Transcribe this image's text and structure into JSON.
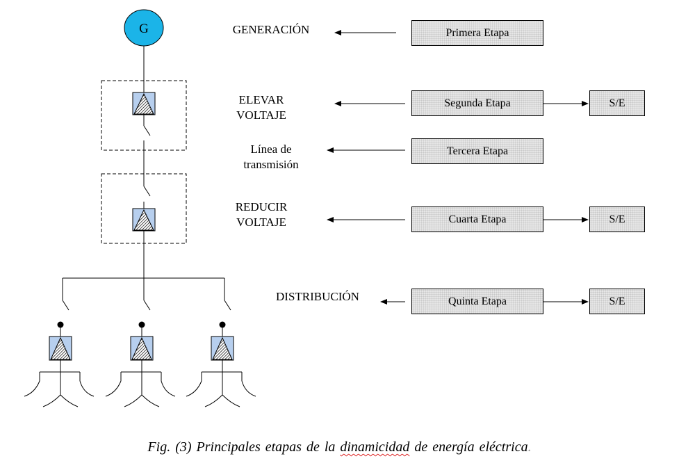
{
  "generator": {
    "label": "G",
    "fill": "#1bb4e8"
  },
  "levels": {
    "generacion": "GENERACIÓN",
    "elevar_line1": "ELEVAR",
    "elevar_line2": "VOLTAJE",
    "linea_line1": "Línea de",
    "linea_line2": "transmisión",
    "reducir_line1": "REDUCIR",
    "reducir_line2": "VOLTAJE",
    "distribucion": "DISTRIBUCIÓN"
  },
  "stages": {
    "primera": "Primera Etapa",
    "segunda": "Segunda Etapa",
    "tercera": "Tercera Etapa",
    "cuarta": "Cuarta Etapa",
    "quinta": "Quinta Etapa"
  },
  "substations": {
    "s1": "S/E",
    "s2": "S/E",
    "s3": "S/E"
  },
  "caption": {
    "before": "Fig. (3) Principales etapas de la ",
    "underlined": "dinamicidad",
    "after": " de energía eléctrica",
    "trailing": "."
  },
  "colors": {
    "transformer_fill": "#b7cfee",
    "stage_box": "#e6e6e6",
    "spellcheck_underline": "#dd2222"
  }
}
